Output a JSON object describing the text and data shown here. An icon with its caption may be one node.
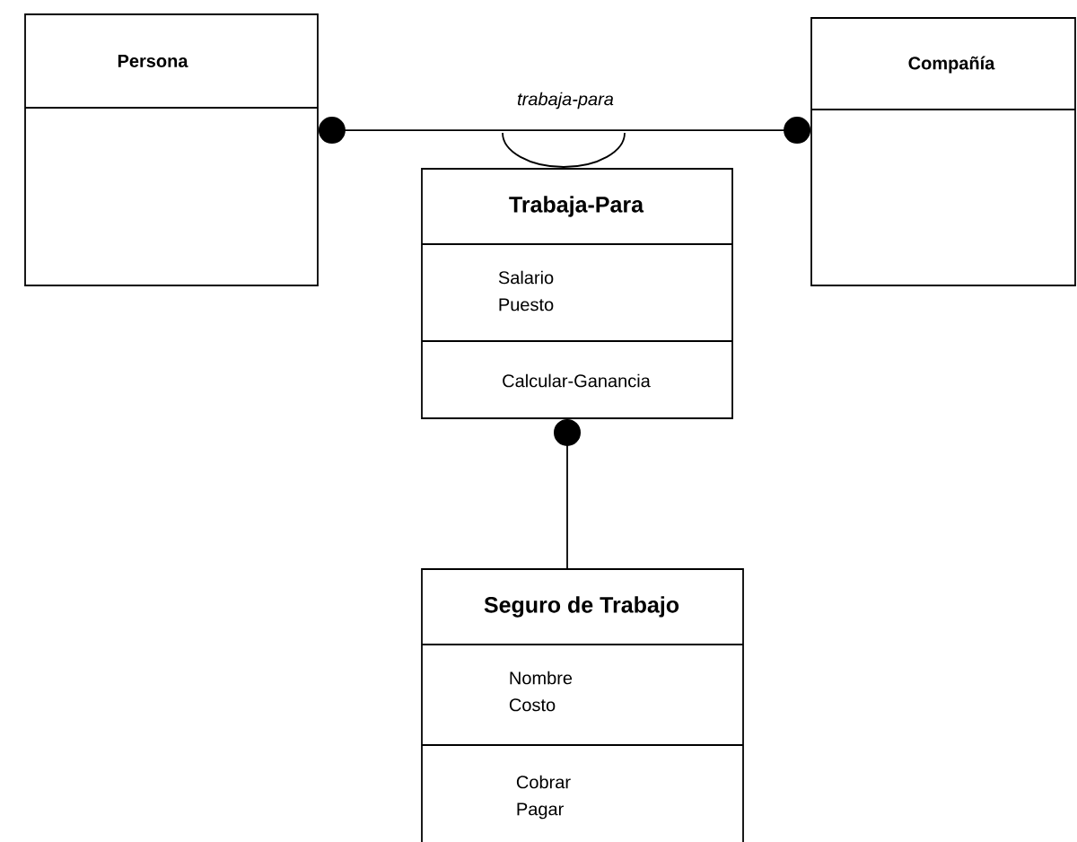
{
  "diagram": {
    "nodes": [
      {
        "text": [
          "Persona"
        ]
      },
      {
        "text": [
          "Compañía"
        ]
      },
      {
        "text": [
          "Trabaja-Para",
          "Salario Puesto",
          "Calcular-Ganancia"
        ]
      },
      {
        "text": [
          "Seguro de Trabajo",
          "Nombre Costo",
          "Cobrar Pagar"
        ]
      }
    ],
    "edges": [
      {
        "from": 0,
        "to": 1,
        "arrow": "other",
        "label": "trabaja-para"
      },
      {
        "from": 2,
        "to": 3,
        "arrow": "other"
      }
    ]
  }
}
